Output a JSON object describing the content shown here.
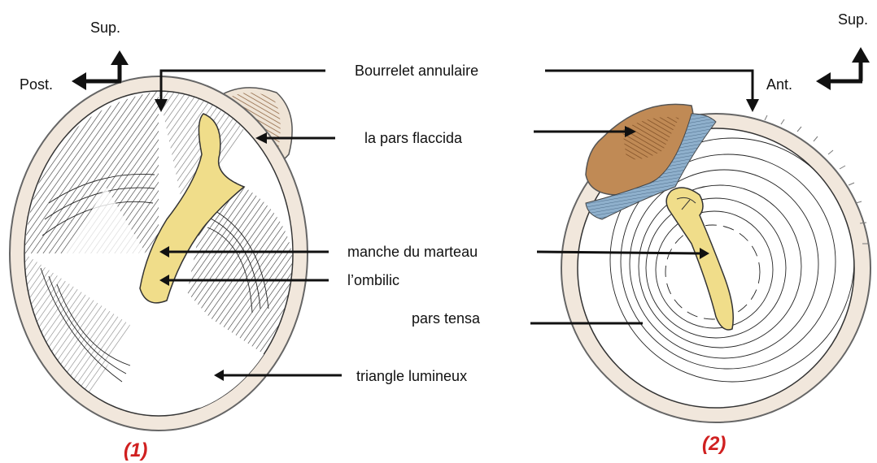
{
  "orientation_left": {
    "up": "Sup.",
    "side": "Post."
  },
  "orientation_right": {
    "up": "Sup.",
    "side": "Ant."
  },
  "labels": {
    "bourrelet": "Bourrelet annulaire",
    "pars_flaccida": "la pars flaccida",
    "manche": "manche du marteau",
    "ombilic": "l’ombilic",
    "pars_tensa": "pars tensa",
    "triangle": "triangle lumineux"
  },
  "figures": {
    "left": "(1)",
    "right": "(2)"
  },
  "colors": {
    "annulus": "#f1e7dc",
    "malleus": "#f0dd8a",
    "flaccida": "#c08a55",
    "ligament": "#8fb0cc",
    "figure_number": "#d02020"
  }
}
